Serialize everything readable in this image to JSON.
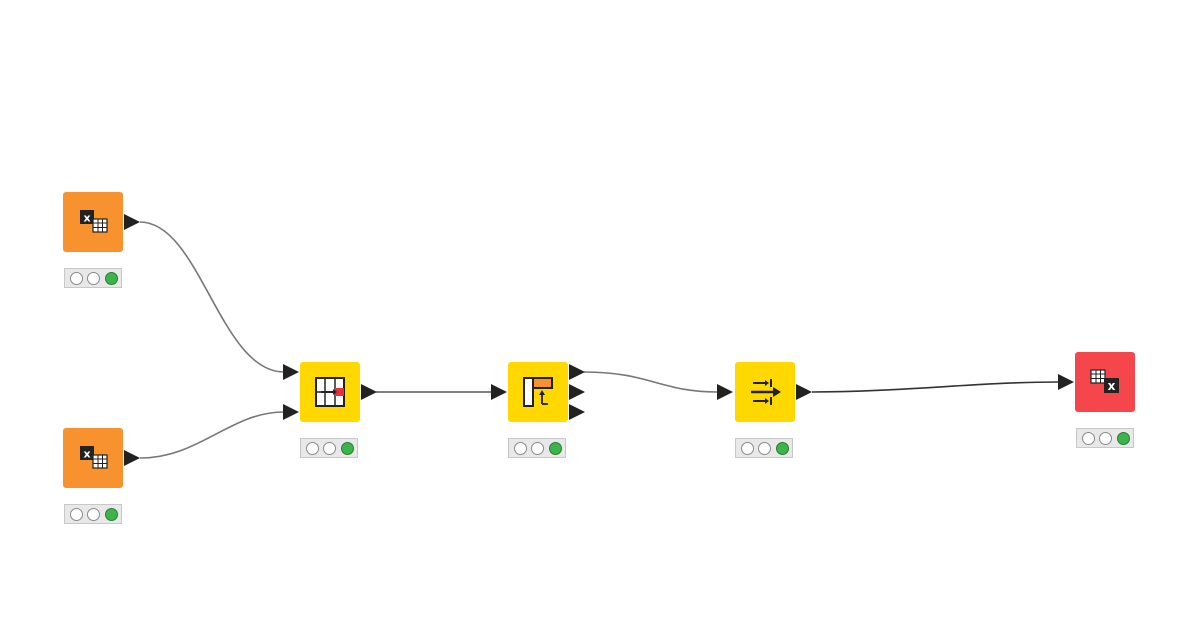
{
  "workflow": {
    "nodes": [
      {
        "id": "excel-reader-1",
        "category": "source",
        "color": "#f7922e",
        "icon": "excel-reader-icon",
        "status": [
          "inactive",
          "inactive",
          "executed"
        ]
      },
      {
        "id": "excel-reader-2",
        "category": "source",
        "color": "#f7922e",
        "icon": "excel-reader-icon",
        "status": [
          "inactive",
          "inactive",
          "executed"
        ]
      },
      {
        "id": "joiner",
        "category": "manipulator",
        "color": "#ffd800",
        "icon": "joiner-icon",
        "status": [
          "inactive",
          "inactive",
          "executed"
        ]
      },
      {
        "id": "rule-splitter",
        "category": "manipulator",
        "color": "#ffd800",
        "icon": "splitter-icon",
        "status": [
          "inactive",
          "inactive",
          "executed"
        ]
      },
      {
        "id": "column-manipulator",
        "category": "manipulator",
        "color": "#ffd800",
        "icon": "column-transform-icon",
        "status": [
          "inactive",
          "inactive",
          "executed"
        ]
      },
      {
        "id": "excel-writer",
        "category": "sink",
        "color": "#f5474b",
        "icon": "excel-writer-icon",
        "status": [
          "inactive",
          "inactive",
          "executed"
        ]
      }
    ],
    "connections": [
      {
        "from": "excel-reader-1",
        "to": "joiner",
        "to_port": 1
      },
      {
        "from": "excel-reader-2",
        "to": "joiner",
        "to_port": 2
      },
      {
        "from": "joiner",
        "to": "rule-splitter",
        "to_port": 1
      },
      {
        "from": "rule-splitter",
        "from_port": 1,
        "to": "column-manipulator",
        "to_port": 1
      },
      {
        "from": "column-manipulator",
        "to": "excel-writer",
        "to_port": 1
      }
    ],
    "colors": {
      "source": "#f7922e",
      "manipulator": "#ffd800",
      "sink": "#f5474b",
      "executed": "#3bb54a",
      "edge": "#777777"
    }
  }
}
